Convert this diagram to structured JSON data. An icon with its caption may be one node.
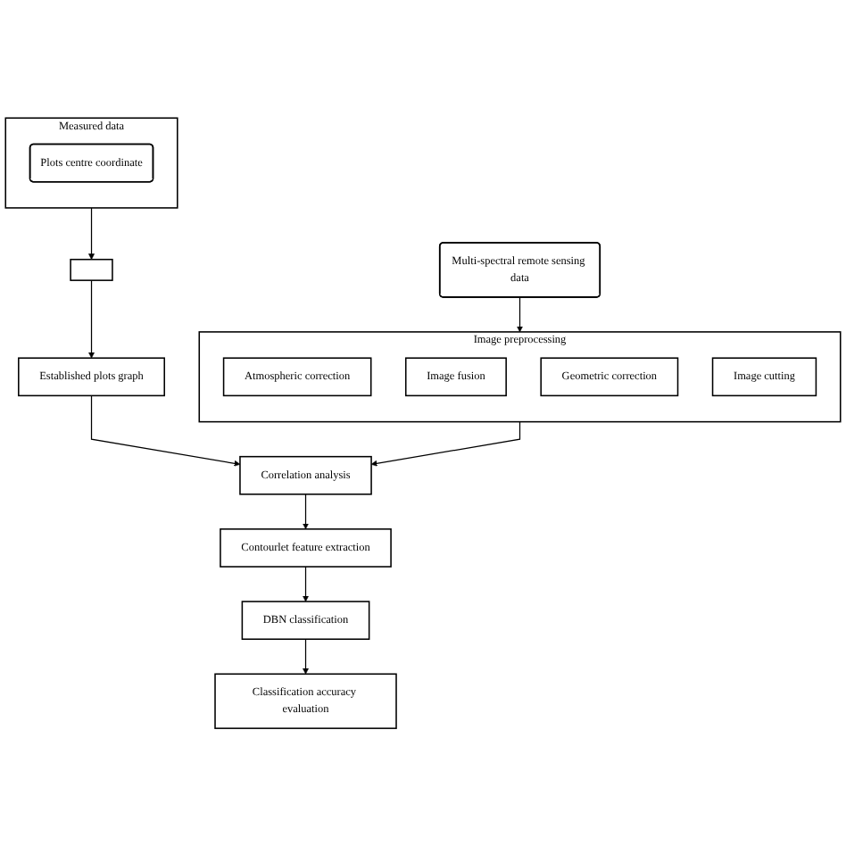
{
  "diagram": {
    "nodes": [
      {
        "text": [
          "Multi-spectral remote sensing data"
        ]
      },
      {
        "text": [
          "Measured data"
        ]
      },
      {
        "text": [
          "Plots centre coordinate"
        ],
        "in": 1
      },
      {
        "text": [
          "Image preprocessing"
        ]
      },
      {
        "text": [
          "Atmospheric correction"
        ],
        "in": 3
      },
      {
        "text": [
          "Image fusion"
        ],
        "in": 3
      },
      {
        "text": [
          "Geometric correction"
        ],
        "in": 3
      },
      {
        "text": [
          "Image cutting"
        ],
        "in": 3
      },
      {
        "text": [],
        "shape": "box"
      },
      {
        "text": [
          "Established plots graph"
        ]
      },
      {
        "text": [
          "Correlation analysis"
        ]
      },
      {
        "text": [
          "Contourlet feature extraction"
        ]
      },
      {
        "text": [
          "DBN classification"
        ]
      },
      {
        "text": [
          "Classification accuracy evaluation"
        ]
      }
    ],
    "edges": [
      {
        "from": 0,
        "to": 3,
        "arrow": "to"
      },
      {
        "from": 1,
        "to": 8,
        "arrow": "to"
      },
      {
        "from": 8,
        "to": 9,
        "arrow": "to"
      },
      {
        "from": 3,
        "to": 10,
        "arrow": "to"
      },
      {
        "from": 9,
        "to": 10,
        "arrow": "to"
      },
      {
        "from": 10,
        "to": 11,
        "arrow": "to"
      },
      {
        "from": 11,
        "to": 12,
        "arrow": "to"
      },
      {
        "from": 12,
        "to": 13,
        "arrow": "to"
      }
    ]
  }
}
